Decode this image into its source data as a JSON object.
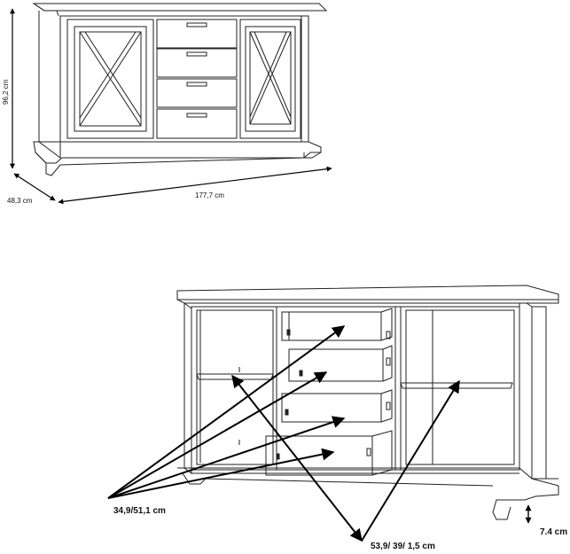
{
  "top_view": {
    "height_label": "96,2 cm",
    "depth_label": "48,3 cm",
    "width_label": "177,7 cm"
  },
  "interior_view": {
    "drawer_label": "34,9/51,1 cm",
    "shelf_label": "53,9/ 39/ 1,5 cm",
    "plinth_label": "7.4 cm"
  },
  "colors": {
    "line": "#222222",
    "arrow": "#000000",
    "background": "#ffffff"
  }
}
